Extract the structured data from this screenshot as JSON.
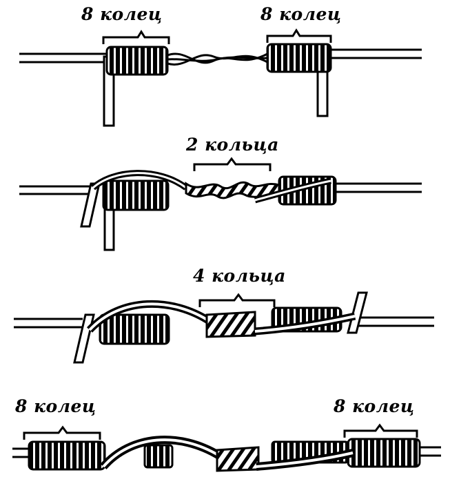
{
  "colors": {
    "ink": "#000000",
    "paper": "#ffffff"
  },
  "stage1": {
    "label_left": "8 колец",
    "label_right": "8 колец"
  },
  "stage2": {
    "label_center": "2 кольца"
  },
  "stage3": {
    "label_center": "4 кольца"
  },
  "stage4": {
    "label_left": "8 колец",
    "label_right": "8 колец"
  }
}
